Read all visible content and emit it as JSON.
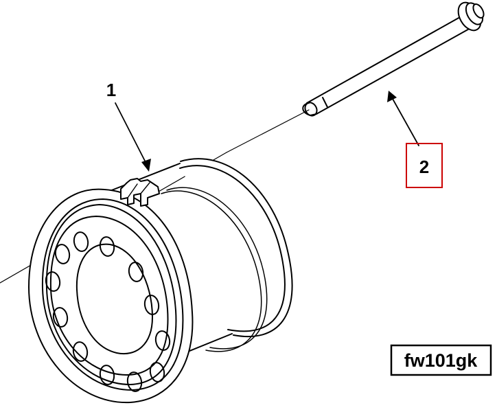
{
  "callouts": [
    {
      "number": "1"
    },
    {
      "number": "2",
      "highlighted": true
    }
  ],
  "figure_code": "fw101gk",
  "colors": {
    "highlight": "#cc0000",
    "line": "#000000",
    "background": "#ffffff"
  }
}
